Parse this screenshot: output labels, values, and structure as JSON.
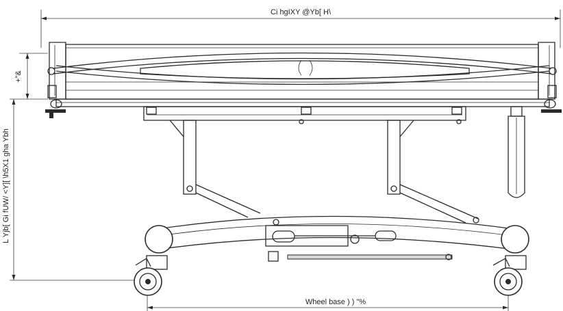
{
  "dimensions": {
    "overall_length": "Ci hgIXY @Yb[ H\\",
    "side_height": "+\"&",
    "height_range": "L Yjb[ Gi fUW/ <Y][ \\h5X1 gha Ybh",
    "wheel_base": "Wheel base ) ) \"%"
  },
  "colors": {
    "line": "#2b2b2b",
    "dimension": "#3a3a3a",
    "background": "#ffffff"
  }
}
